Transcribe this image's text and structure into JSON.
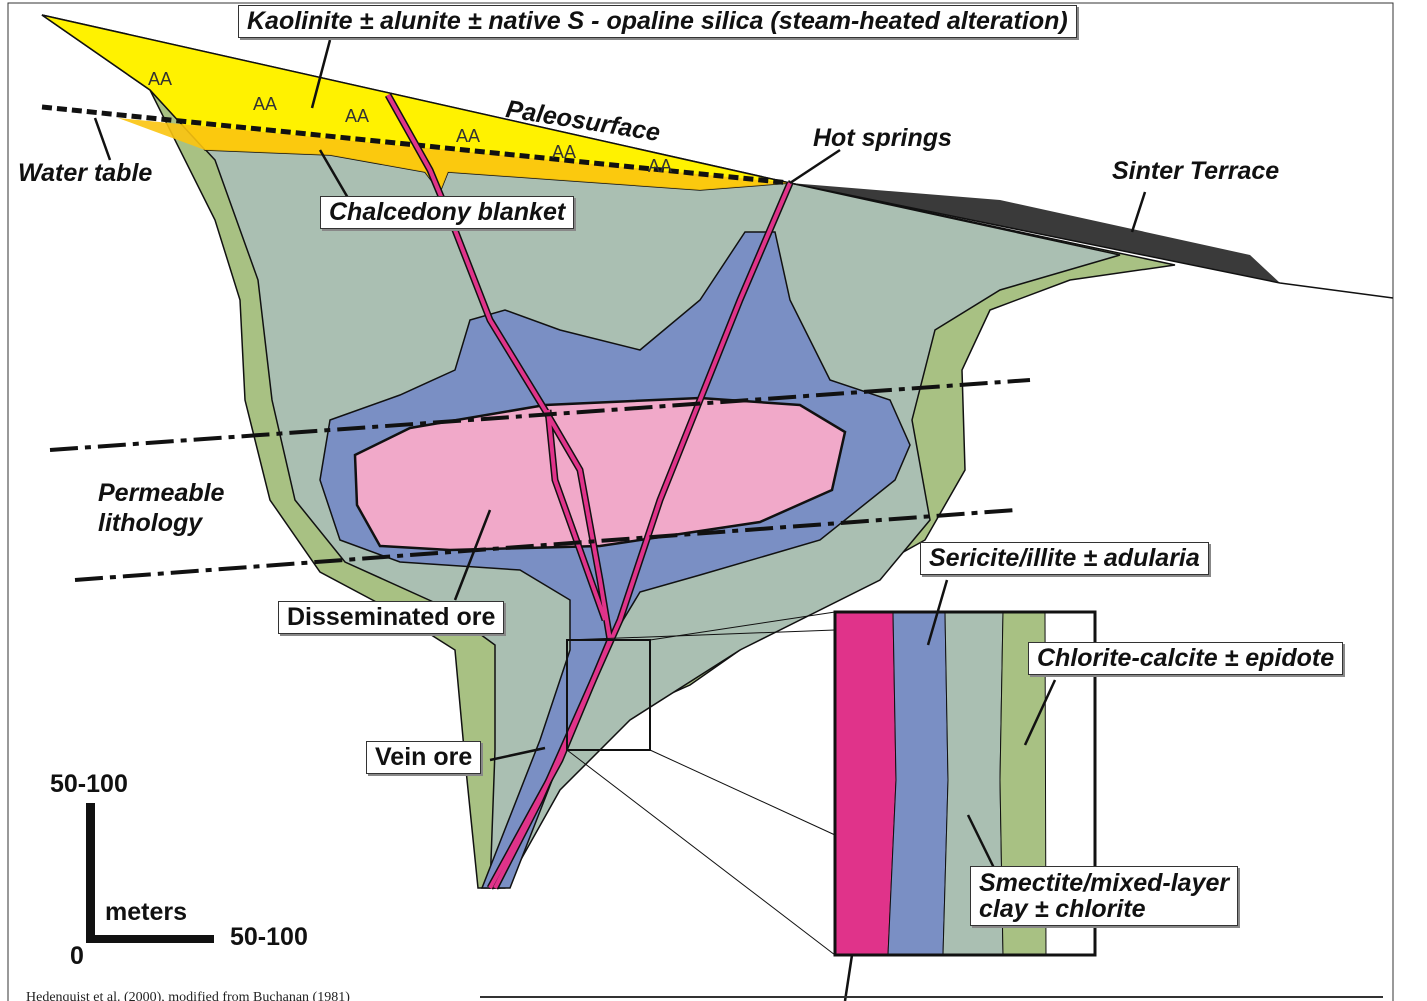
{
  "labels": {
    "kaolinite": "Kaolinite ± alunite ± native S - opaline silica (steam-heated alteration)",
    "paleosurface": "Paleosurface",
    "hot_springs": "Hot springs",
    "sinter_terrace": "Sinter Terrace",
    "water_table": "Water table",
    "chalcedony": "Chalcedony blanket",
    "permeable": "Permeable lithology",
    "disseminated": "Disseminated ore",
    "vein_ore": "Vein ore",
    "sericite": "Sericite/illite ± adularia",
    "chlorite": "Chlorite-calcite ± epidote",
    "smectite_1": "Smectite/mixed-layer",
    "smectite_2": "clay ± chlorite",
    "alunite_symbol": "AA"
  },
  "scale": {
    "vertical": "50-100",
    "horizontal": "50-100",
    "unit": "meters",
    "origin": "0"
  },
  "citation": "Hedenquist et al. (2000), modified from Buchanan (1981)",
  "colors": {
    "green": "#a8c183",
    "greygreen": "#aabfb2",
    "blue": "#7a8fc4",
    "pink": "#f1a9c9",
    "magenta": "#e0338a",
    "yellow": "#fff200",
    "orange": "#fbc40f",
    "sinter": "#3a3a3a"
  }
}
